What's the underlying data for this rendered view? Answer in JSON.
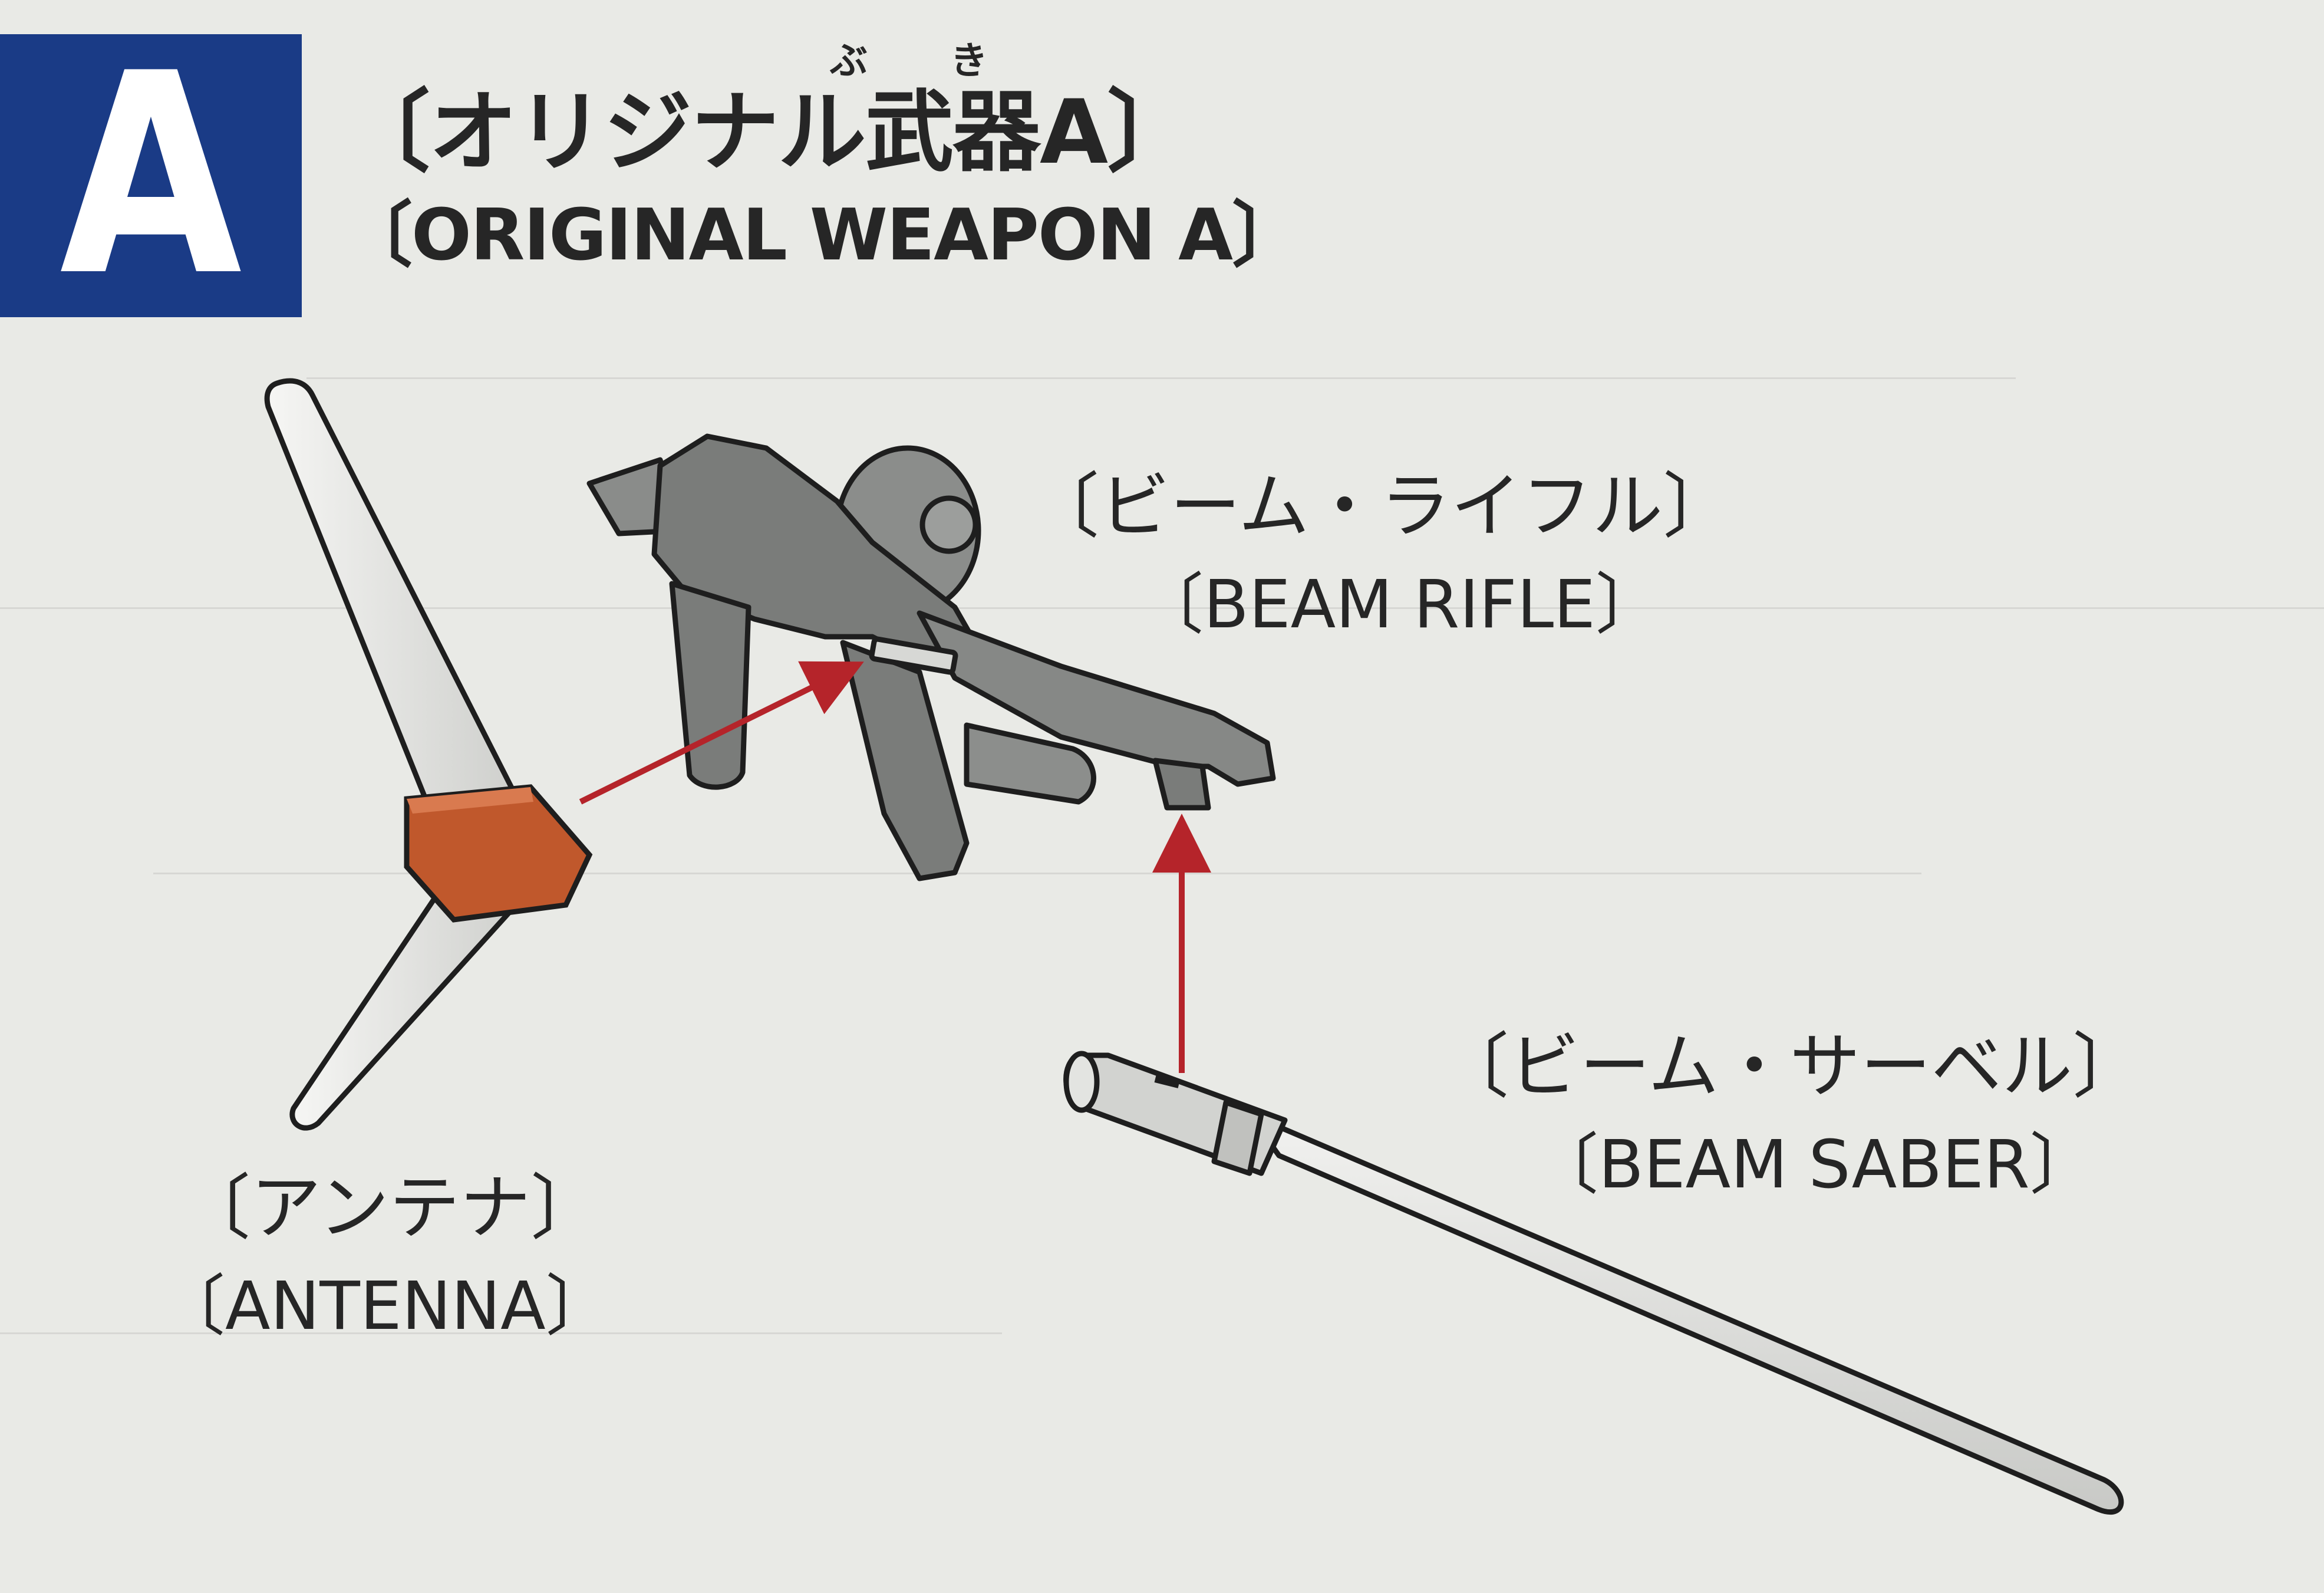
{
  "section": {
    "letter": "A",
    "furigana": [
      "ぶ",
      "き"
    ],
    "title_jp": "〔オリジナル武器A〕",
    "title_en": "〔ORIGINAL WEAPON A〕"
  },
  "parts": {
    "beam_rifle": {
      "label_jp": "〔ビーム・ライフル〕",
      "label_en": "〔BEAM RIFLE〕"
    },
    "antenna": {
      "label_jp": "〔アンテナ〕",
      "label_en": "〔ANTENNA〕"
    },
    "beam_saber": {
      "label_jp": "〔ビーム・サーベル〕",
      "label_en": "〔BEAM SABER〕"
    }
  },
  "colors": {
    "badge": "#1a3b86",
    "arrow": "#b5242a",
    "antenna_base": "#c0582c",
    "rifle": "#7a7c7a",
    "saber": "#d9dad7"
  }
}
